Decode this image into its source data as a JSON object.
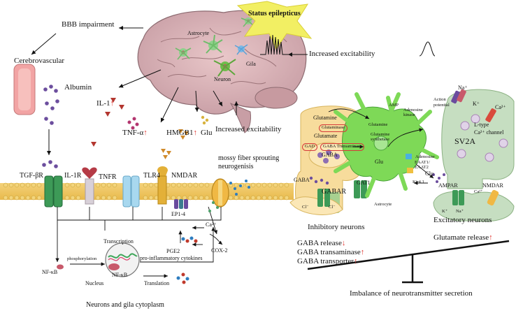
{
  "left": {
    "bbb": "BBB impairment",
    "cerebrovascular": "Cerebrovascular",
    "albumin": "Albumin",
    "il1": "IL-1",
    "tnfa": "TNF-α",
    "hmgb1": "HMGB1",
    "glu": "Glu",
    "increased_excitability": "Increased excitability",
    "mossy_fiber": "mossy fiber sprouting",
    "neurogenesis": "neurogenisis",
    "tgf_r": "TGF-βR",
    "il1r": "IL-1R",
    "tnfr": "TNFR",
    "tlr4": "TLR4",
    "nmdar": "NMDAR",
    "ep14": "EP1-4",
    "ca": "Ca²⁺",
    "pge2": "PGE2",
    "cox2": "COX-2",
    "transcription": "Transcription",
    "phosphorylation": "phosphorylation",
    "nfkb_out": "NF-κB",
    "nfkb_in": "NF-κB",
    "nucleus": "Nucleus",
    "pro_inflam": "pro-inflammatory cytokines",
    "translation": "Translation",
    "footer": "Neurons and gila cytoplasm",
    "up_arrow": "↑",
    "down_arrow": "↓"
  },
  "brain": {
    "status_epilepticus": "Status epilepticus",
    "astrocyte": "Astrocyte",
    "gila": "Gila",
    "neuron": "Neuron"
  },
  "right": {
    "increased_excitability": "Increased excitability",
    "action_potential_1": "Action",
    "action_potential_2": "potential",
    "na": "Na⁺",
    "k": "K⁺",
    "ca": "Ca²⁺",
    "ltype_1": "L-type",
    "ltype_2": "Ca²⁺ channel",
    "sv2a": "SV2A",
    "nmdar": "NMDAR",
    "ampar": "AMPAR",
    "ca2": "Ca²⁺",
    "k2": "K⁺",
    "na2": "Na⁺",
    "glutamine_top": "Glutamine",
    "glutaminase": "Glutaminase",
    "glutamate": "Glutamate",
    "gad": "GAD",
    "gaba_transaminase": "GABA Transaminase",
    "gaba": "GABA",
    "gaba2": "GABA",
    "gabar": "GABAR",
    "gat1": "GAT1",
    "cl1": "Cl⁻",
    "cl2": "Cl⁻",
    "glutamine_astro": "Glutamine",
    "glutamine_synth_1": "Glutamine",
    "glutamine_synth_2": "synthetase",
    "amp": "AMP",
    "adenosine_kinase_1": "Adenosine",
    "adenosine_kinase_2": "kinase",
    "adenosine": "Adenosine",
    "eaat": "EAAT1/",
    "eaat2": "EAAT2",
    "glu_astro": "Glu",
    "glu2": "Glu",
    "kir": "Kir4.1",
    "astrocyte": "Astrocyte",
    "inhibitory": "Inhibitory neurons",
    "excitatory": "Excitatory neurons",
    "gaba_release": "GABA release",
    "gaba_transaminase_lbl": "GABA transaminase",
    "gaba_transporter": "GABA transporter",
    "glutamate_release": "Glutamate release",
    "imbalance": "Imbalance of neurotransmitter secretion"
  }
}
